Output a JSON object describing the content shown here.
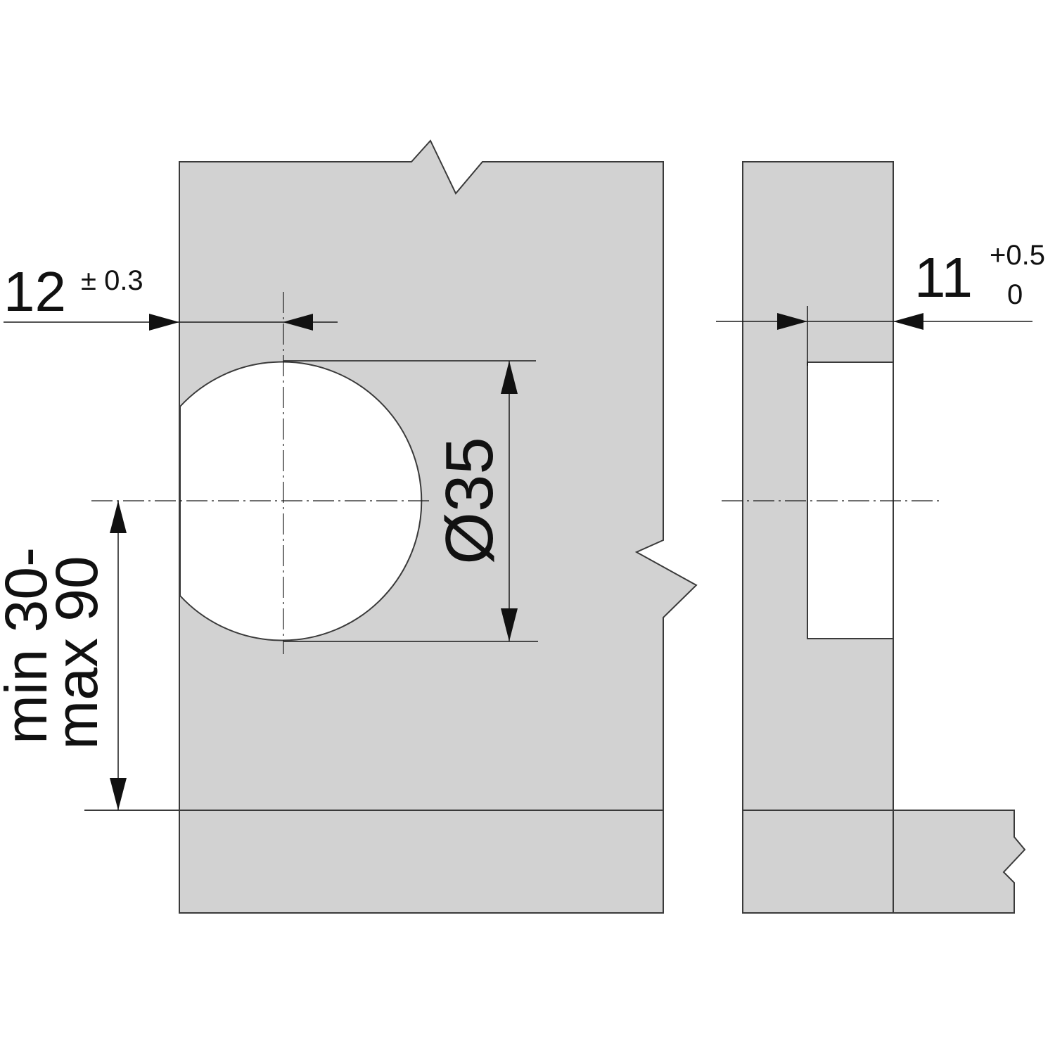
{
  "colors": {
    "panel_fill": "#d2d2d2",
    "outline": "#3a3a3a",
    "hole_fill": "#ffffff",
    "dimension_line": "#111111"
  },
  "labels": {
    "edge_distance": "12",
    "edge_distance_tolerance": "± 0.3",
    "hole_diameter": "Ø35",
    "hole_depth": "11",
    "hole_depth_tol_upper": "+0.5",
    "hole_depth_tol_lower": "0",
    "spacing_line1": "min 30-",
    "spacing_line2": "max 90"
  }
}
